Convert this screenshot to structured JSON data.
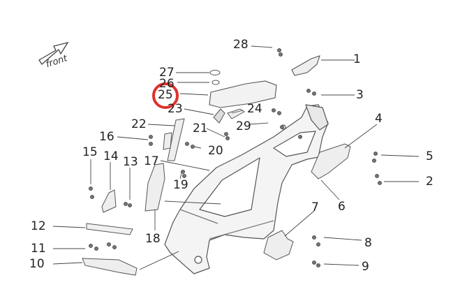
{
  "direction_label": "front",
  "highlight_color": "#e0322c",
  "callouts": [
    "1",
    "2",
    "3",
    "4",
    "5",
    "6",
    "7",
    "8",
    "9",
    "10",
    "11",
    "12",
    "13",
    "14",
    "15",
    "16",
    "17",
    "18",
    "19",
    "20",
    "21",
    "22",
    "23",
    "24",
    "25",
    "26",
    "27",
    "28",
    "29"
  ],
  "highlighted_callout": "25"
}
